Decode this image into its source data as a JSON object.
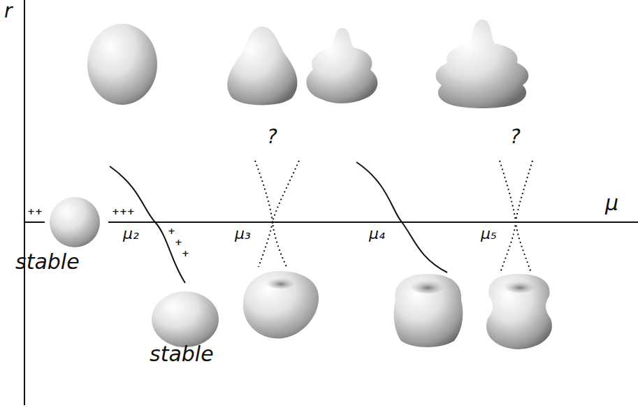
{
  "diagram": {
    "labels": [
      "r",
      "μ",
      "++",
      "+++",
      "μ₂",
      "+",
      "+",
      "+",
      "μ₃",
      "μ₄",
      "μ₅",
      "?",
      "?",
      "stable",
      "stable"
    ]
  }
}
